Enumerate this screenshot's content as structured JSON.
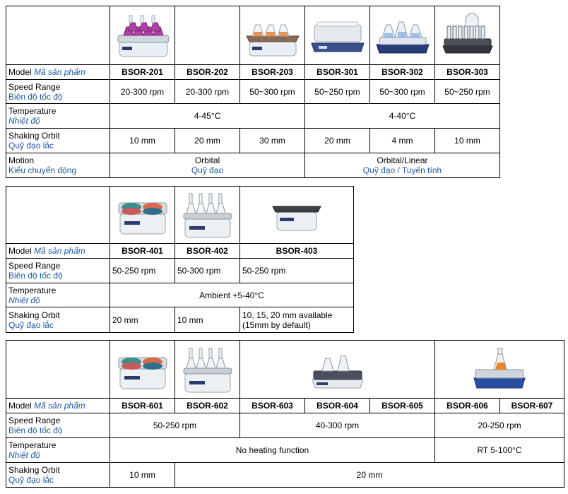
{
  "labels": {
    "model_en": "Model",
    "model_vi": "Mã sản phẩm",
    "speed_en": "Speed Range",
    "speed_vi": "Biên độ tốc độ",
    "temp_en": "Temperature",
    "temp_vi": "Nhiệt độ",
    "orbit_en": "Shaking Orbit",
    "orbit_vi": "Quỹ đạo lắc",
    "motion_en": "Motion",
    "motion_vi": "Kiểu chuyển động"
  },
  "table1": {
    "models": [
      "BSOR-201",
      "BSOR-202",
      "BSOR-203",
      "BSOR-301",
      "BSOR-302",
      "BSOR-303"
    ],
    "speed": [
      "20-300 rpm",
      "20-300 rpm",
      "50~300 rpm",
      "50~250 rpm",
      "50~300 rpm",
      "50~250 rpm"
    ],
    "temp": [
      "4-45°C",
      "4-40°C"
    ],
    "orbit": [
      "10 mm",
      "20 mm",
      "30 mm",
      "20 mm",
      "4 mm",
      "10 mm"
    ],
    "motion": [
      {
        "en": "Orbital",
        "vi": "Quỹ đạo"
      },
      {
        "en": "Orbital/Linear",
        "vi": "Quỹ đạo / Tuyến tính"
      }
    ]
  },
  "table2": {
    "models": [
      "BSOR-401",
      "BSOR-402",
      "BSOR-403"
    ],
    "speed": [
      "50-250 rpm",
      "50-300 rpm",
      "50-250 rpm"
    ],
    "temp": "Ambient +5-40°C",
    "orbit": [
      "20 mm",
      "10 mm",
      "10, 15, 20 mm available",
      "(15mm by default)"
    ]
  },
  "table3": {
    "models": [
      "BSOR-601",
      "BSOR-602",
      "BSOR-603",
      "BSOR-604",
      "BSOR-605",
      "BSOR-606",
      "BSOR-607"
    ],
    "speed": [
      "50-250 rpm",
      "40-300 rpm",
      "20-250 rpm"
    ],
    "temp": [
      "No heating function",
      "RT 5-100°C"
    ],
    "orbit": [
      "10 mm",
      "20 mm"
    ]
  }
}
